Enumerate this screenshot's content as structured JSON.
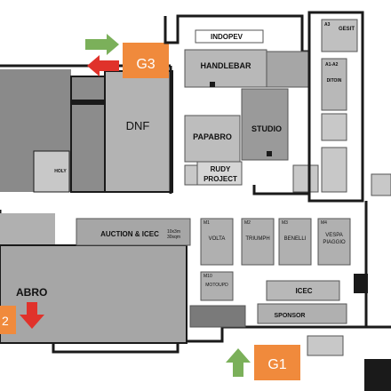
{
  "gates": {
    "g1": "G1",
    "g2": "2",
    "g3": "G3"
  },
  "booths": {
    "dnf": "DNF",
    "holy": "HOLY",
    "indopev": "INDOPEV",
    "handlebar": "HANDLEBAR",
    "papabro": "PAPABRO",
    "studio": "STUDIO",
    "rudy_project_1": "RUDY",
    "rudy_project_2": "PROJECT",
    "auction_icec": "AUCTION & ICEC",
    "auction_size_1": "10x3m",
    "auction_size_2": "30sqm",
    "volta": "VOLTA",
    "triumph": "TRIUMPH",
    "benelli": "BENELLI",
    "vespa_1": "VESPA",
    "vespa_2": "PIAGGIO",
    "motoupd": "MOTOUPD",
    "icec": "ICEC",
    "sponsor": "SPONSOR",
    "abro": "ABRO",
    "gesit": "GESIT",
    "ditoin": "DITOIN",
    "a3": "A3",
    "a1a2": "A1-A2",
    "m1": "M1",
    "m2": "M2",
    "m3": "M3",
    "m4": "M4",
    "m10": "M10"
  },
  "colors": {
    "gate_orange": "#f08a3c",
    "arrow_green": "#7bb05a",
    "arrow_red": "#e0322b",
    "booth_gray": "#a6a6a6",
    "dark_gray": "#7a7a7a",
    "light_gray": "#c8c8c8",
    "wall": "#1a1a1a"
  },
  "icons": [
    "arrow-up-icon",
    "arrow-down-icon",
    "arrow-right-icon",
    "arrow-left-icon"
  ]
}
